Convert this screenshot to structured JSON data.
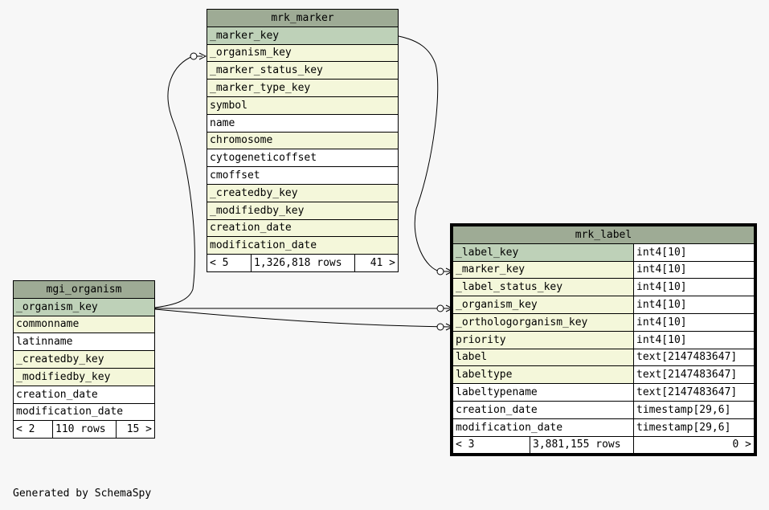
{
  "tables": {
    "mrk_marker": {
      "name": "mrk_marker",
      "columns": [
        {
          "name": "_marker_key",
          "kind": "pk"
        },
        {
          "name": "_organism_key",
          "kind": "fk"
        },
        {
          "name": "_marker_status_key",
          "kind": "fk"
        },
        {
          "name": "_marker_type_key",
          "kind": "fk"
        },
        {
          "name": "symbol",
          "kind": "fk"
        },
        {
          "name": "name",
          "kind": "plain"
        },
        {
          "name": "chromosome",
          "kind": "fk"
        },
        {
          "name": "cytogeneticoffset",
          "kind": "plain"
        },
        {
          "name": "cmoffset",
          "kind": "plain"
        },
        {
          "name": "_createdby_key",
          "kind": "fk"
        },
        {
          "name": "_modifiedby_key",
          "kind": "fk"
        },
        {
          "name": "creation_date",
          "kind": "fk"
        },
        {
          "name": "modification_date",
          "kind": "fk"
        }
      ],
      "footer": {
        "parents": "< 5",
        "rows": "1,326,818 rows",
        "children": "41 >"
      }
    },
    "mgi_organism": {
      "name": "mgi_organism",
      "columns": [
        {
          "name": "_organism_key",
          "kind": "pk"
        },
        {
          "name": "commonname",
          "kind": "fk"
        },
        {
          "name": "latinname",
          "kind": "plain"
        },
        {
          "name": "_createdby_key",
          "kind": "fk"
        },
        {
          "name": "_modifiedby_key",
          "kind": "fk"
        },
        {
          "name": "creation_date",
          "kind": "plain"
        },
        {
          "name": "modification_date",
          "kind": "plain"
        }
      ],
      "footer": {
        "parents": "< 2",
        "rows": "110 rows",
        "children": "15 >"
      }
    },
    "mrk_label": {
      "name": "mrk_label",
      "columns": [
        {
          "name": "_label_key",
          "kind": "pk",
          "type": "int4[10]"
        },
        {
          "name": "_marker_key",
          "kind": "fk",
          "type": "int4[10]"
        },
        {
          "name": "_label_status_key",
          "kind": "fk",
          "type": "int4[10]"
        },
        {
          "name": "_organism_key",
          "kind": "fk",
          "type": "int4[10]"
        },
        {
          "name": "_orthologorganism_key",
          "kind": "fk",
          "type": "int4[10]"
        },
        {
          "name": "priority",
          "kind": "fk",
          "type": "int4[10]"
        },
        {
          "name": "label",
          "kind": "fk",
          "type": "text[2147483647]"
        },
        {
          "name": "labeltype",
          "kind": "fk",
          "type": "text[2147483647]"
        },
        {
          "name": "labeltypename",
          "kind": "plain",
          "type": "text[2147483647]"
        },
        {
          "name": "creation_date",
          "kind": "plain",
          "type": "timestamp[29,6]"
        },
        {
          "name": "modification_date",
          "kind": "plain",
          "type": "timestamp[29,6]"
        }
      ],
      "footer": {
        "parents": "< 3",
        "rows": "3,881,155 rows",
        "children": "0 >"
      }
    }
  },
  "footer_text": "Generated by SchemaSpy"
}
